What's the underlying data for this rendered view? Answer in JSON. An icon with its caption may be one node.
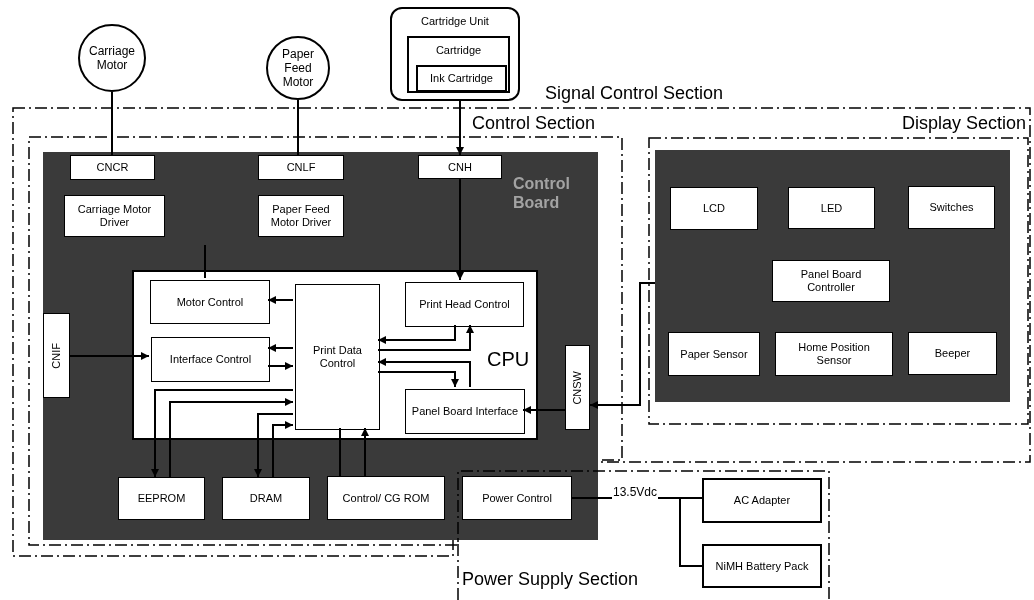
{
  "diagram": {
    "nodes": [
      {
        "text": [
          "Carriage Motor"
        ]
      },
      {
        "text": [
          "Paper Feed Motor"
        ]
      },
      {
        "text": [
          "Cartridge Unit"
        ]
      },
      {
        "text": [
          "Cartridge"
        ],
        "in": 2
      },
      {
        "text": [
          "Ink Cartridge"
        ],
        "in": 3
      },
      {
        "text": [
          "Signal Control Section"
        ]
      },
      {
        "text": [
          "Control Section"
        ],
        "in": 5
      },
      {
        "text": [
          "Display Section"
        ],
        "in": 5
      },
      {
        "text": [
          "Control Board"
        ],
        "in": 6
      },
      {
        "text": [
          "CNCR"
        ],
        "in": 8
      },
      {
        "text": [
          "CNLF"
        ],
        "in": 8
      },
      {
        "text": [
          "CNH"
        ],
        "in": 8
      },
      {
        "text": [
          "Carriage Motor Driver"
        ],
        "in": 8
      },
      {
        "text": [
          "Paper Feed Motor Driver"
        ],
        "in": 8
      },
      {
        "text": [
          "CPU"
        ],
        "in": 8
      },
      {
        "text": [
          "Motor Control"
        ],
        "in": 14
      },
      {
        "text": [
          "Print Data Control"
        ],
        "in": 14
      },
      {
        "text": [
          "Print Head Control"
        ],
        "in": 14
      },
      {
        "text": [
          "Interface Control"
        ],
        "in": 14
      },
      {
        "text": [
          "Panel Board Interface"
        ],
        "in": 14
      },
      {
        "text": [
          "CNIF"
        ],
        "in": 8
      },
      {
        "text": [
          "CNSW"
        ],
        "in": 8
      },
      {
        "text": [
          "EEPROM"
        ],
        "in": 8
      },
      {
        "text": [
          "DRAM"
        ],
        "in": 8
      },
      {
        "text": [
          "Control/ CG ROM"
        ],
        "in": 8
      },
      {
        "text": [
          "Power Control"
        ]
      },
      {
        "text": [],
        "shape": "box",
        "in": 7
      },
      {
        "text": [
          "LCD"
        ],
        "in": 26
      },
      {
        "text": [
          "LED"
        ],
        "in": 26
      },
      {
        "text": [
          "Switches"
        ],
        "in": 26
      },
      {
        "text": [
          "Panel Board Controller"
        ],
        "in": 26
      },
      {
        "text": [
          "Paper Sensor"
        ],
        "in": 26
      },
      {
        "text": [
          "Home Position Sensor"
        ],
        "in": 26
      },
      {
        "text": [
          "Beeper"
        ],
        "in": 26
      },
      {
        "text": [
          "Power Supply Section"
        ]
      },
      {
        "text": [
          "AC Adapter"
        ],
        "in": 34
      },
      {
        "text": [
          "NiMH Battery Pack"
        ],
        "in": 34
      }
    ],
    "edges": [
      {
        "from": 0,
        "to": 9,
        "arrow": "none"
      },
      {
        "from": 1,
        "to": 10,
        "arrow": "none"
      },
      {
        "from": 2,
        "to": 11,
        "arrow": "to"
      },
      {
        "from": 11,
        "to": 17,
        "arrow": "to"
      },
      {
        "from": 15,
        "to": null,
        "arrow": "none"
      },
      {
        "from": 16,
        "to": 15,
        "arrow": "to"
      },
      {
        "from": 16,
        "to": 18,
        "arrow": "to"
      },
      {
        "from": 18,
        "to": 16,
        "arrow": "to"
      },
      {
        "from": 20,
        "to": 18,
        "arrow": "to"
      },
      {
        "from": 17,
        "to": 16,
        "arrow": "to"
      },
      {
        "from": 16,
        "to": 17,
        "arrow": "to"
      },
      {
        "from": 19,
        "to": 16,
        "arrow": "to"
      },
      {
        "from": 16,
        "to": 19,
        "arrow": "to"
      },
      {
        "from": 21,
        "to": 19,
        "arrow": "to"
      },
      {
        "from": 26,
        "to": 21,
        "arrow": "to"
      },
      {
        "from": 16,
        "to": 22,
        "arrow": "to"
      },
      {
        "from": 22,
        "to": 16,
        "arrow": "to"
      },
      {
        "from": 16,
        "to": 23,
        "arrow": "to"
      },
      {
        "from": 23,
        "to": 16,
        "arrow": "to"
      },
      {
        "from": 16,
        "to": 24,
        "arrow": "none"
      },
      {
        "from": 24,
        "to": 16,
        "arrow": "to"
      },
      {
        "from": 25,
        "to": 35,
        "arrow": "none",
        "label": "13.5Vdc"
      },
      {
        "from": 25,
        "to": 36,
        "arrow": "none"
      }
    ]
  }
}
